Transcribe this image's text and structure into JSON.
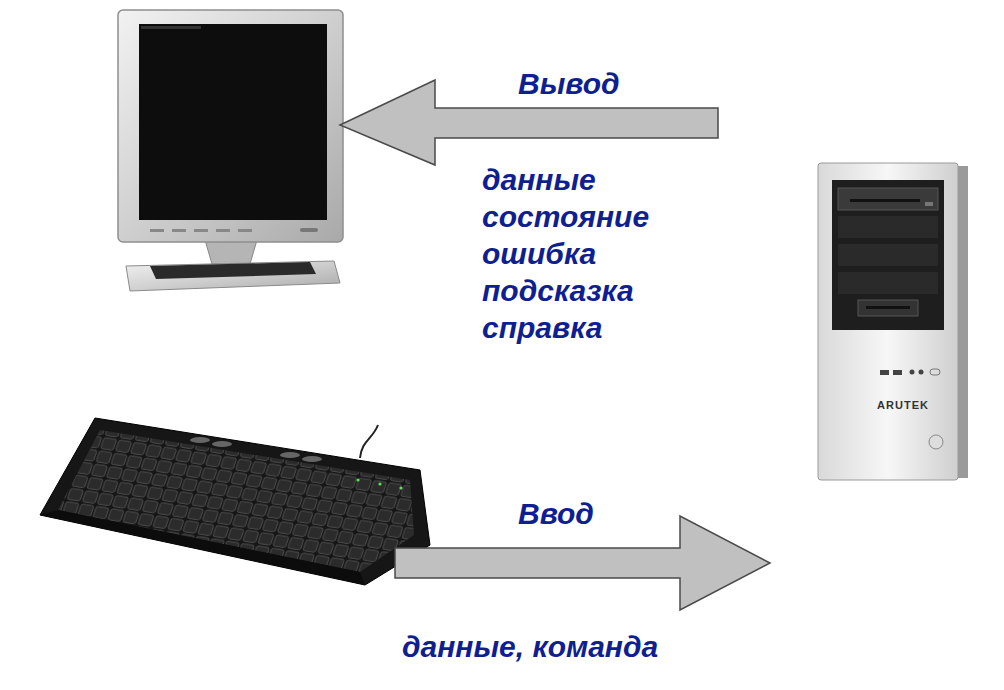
{
  "diagram": {
    "labels": [
      "Вывод",
      "данные",
      "состояние",
      "ошибка",
      "подсказка",
      "справка",
      "Ввод",
      "данные, команда",
      "ARUTEK"
    ]
  }
}
